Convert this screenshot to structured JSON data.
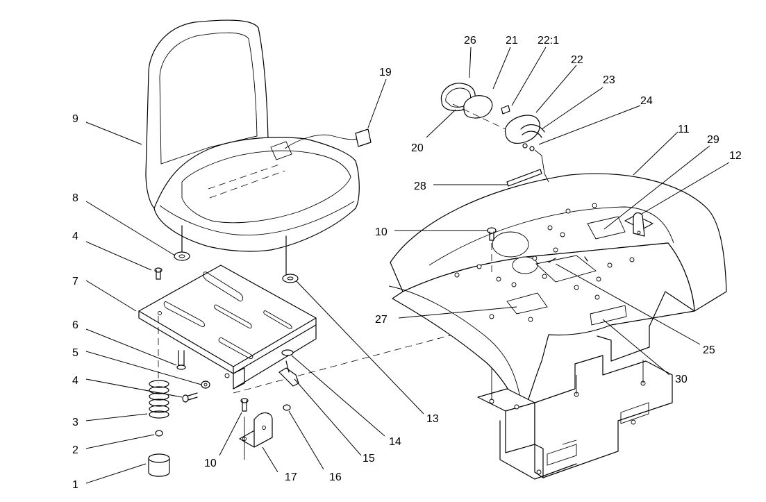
{
  "callouts": {
    "c1": "1",
    "c2": "2",
    "c3": "3",
    "c4a": "4",
    "c4b": "4",
    "c5": "5",
    "c6": "6",
    "c7": "7",
    "c8": "8",
    "c9": "9",
    "c10a": "10",
    "c10b": "10",
    "c11": "11",
    "c12": "12",
    "c13": "13",
    "c14": "14",
    "c15": "15",
    "c16": "16",
    "c17": "17",
    "c19": "19",
    "c20": "20",
    "c21": "21",
    "c22": "22",
    "c22_1": "22:1",
    "c23": "23",
    "c24": "24",
    "c25": "25",
    "c26": "26",
    "c27": "27",
    "c28": "28",
    "c29": "29",
    "c30": "30"
  }
}
